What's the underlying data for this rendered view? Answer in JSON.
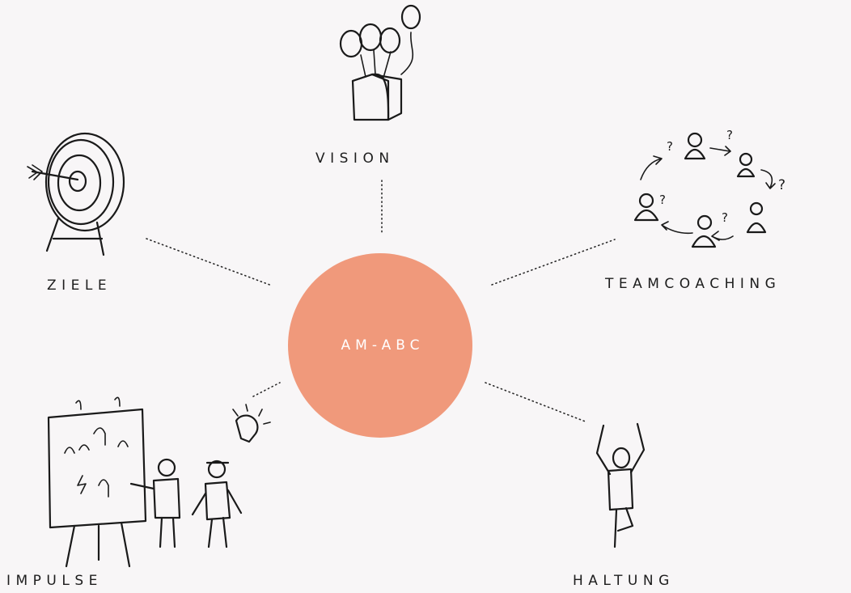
{
  "center": {
    "label": "AM-ABC",
    "color": "#f0997b"
  },
  "nodes": [
    {
      "id": "vision",
      "label": "VISION",
      "icon": "balloons-box-icon"
    },
    {
      "id": "ziele",
      "label": "ZIELE",
      "icon": "target-arrow-icon"
    },
    {
      "id": "teamcoaching",
      "label": "TEAMCOACHING",
      "icon": "team-circle-icon"
    },
    {
      "id": "impulse",
      "label": "IMPULSE",
      "icon": "flipchart-presenters-icon"
    },
    {
      "id": "haltung",
      "label": "HALTUNG",
      "icon": "balance-pose-figure-icon"
    }
  ],
  "colors": {
    "salmon": "#f0997b",
    "red": "#e8472c",
    "navy": "#3b3f7e",
    "lavender": "#8a8cc0"
  }
}
